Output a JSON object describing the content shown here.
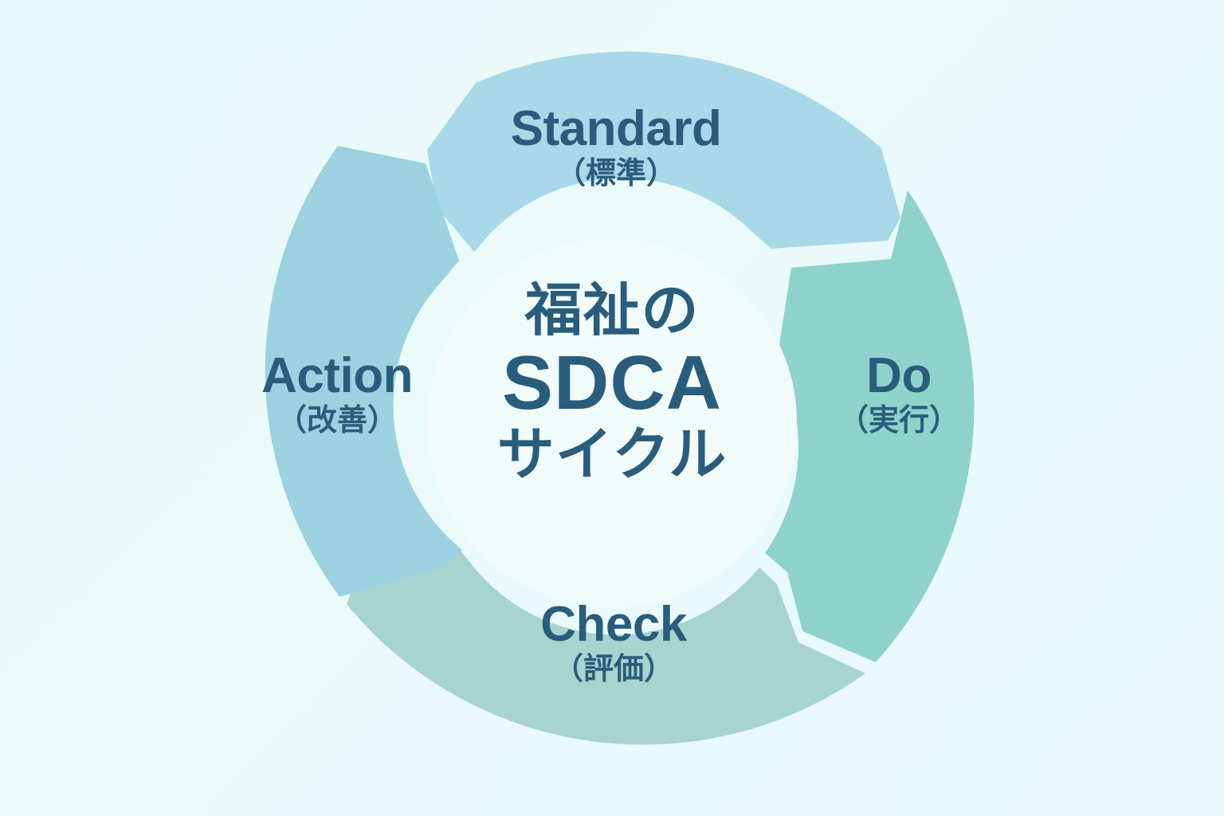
{
  "diagram": {
    "type": "cycle",
    "title_center": {
      "line1": "福祉の",
      "line2": "SDCA",
      "line3": "サイクル"
    },
    "background_color": "#eafafa",
    "text_color": "#2a5d7c",
    "center_circle_color": "#f1fbfa",
    "segments": [
      {
        "key": "standard",
        "en": "Standard",
        "jp": "（標準）",
        "color": "#a9d8e8",
        "position": "top"
      },
      {
        "key": "do",
        "en": "Do",
        "jp": "（実行）",
        "color": "#8ed2cb",
        "position": "right"
      },
      {
        "key": "check",
        "en": "Check",
        "jp": "（評価）",
        "color": "#a7d4ce",
        "position": "bottom"
      },
      {
        "key": "action",
        "en": "Action",
        "jp": "（改善）",
        "color": "#9cd2e0",
        "position": "left"
      }
    ]
  }
}
